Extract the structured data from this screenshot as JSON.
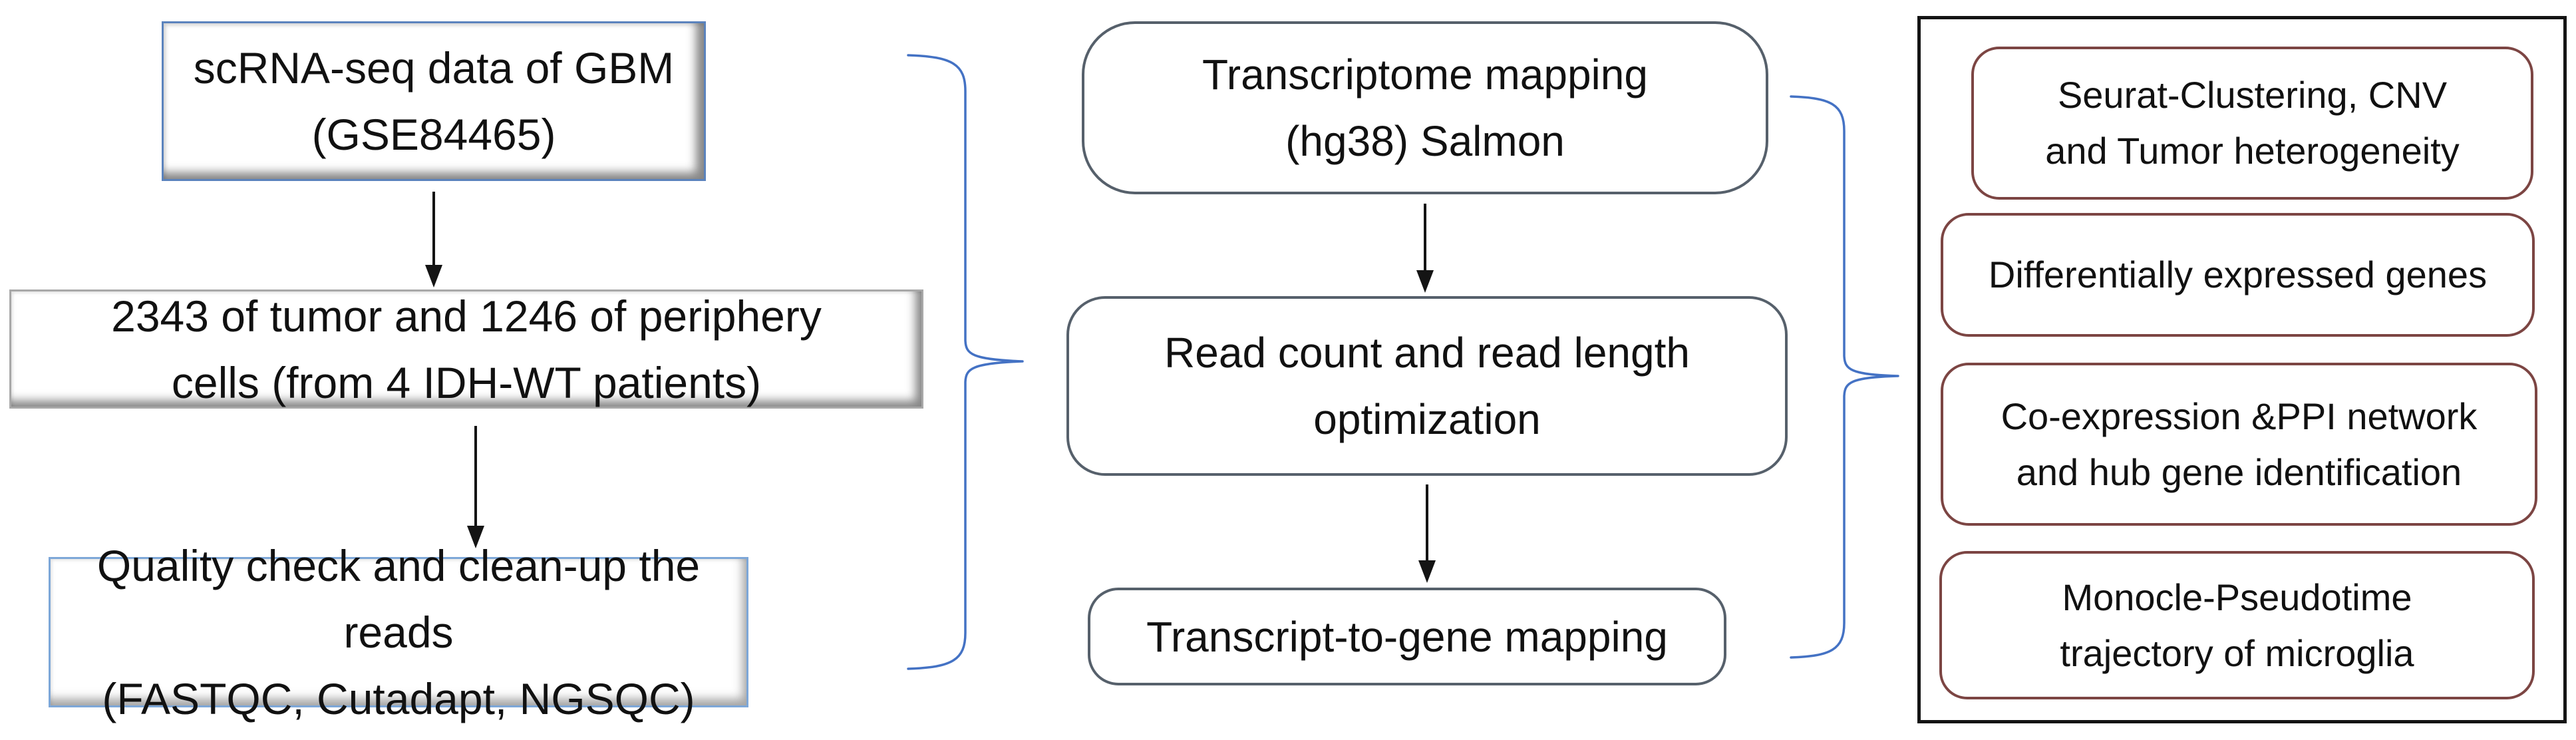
{
  "diagram": {
    "title": "scRNA-seq GBM analysis workflow",
    "left_column": {
      "boxes": [
        {
          "name": "input-data",
          "text": "scRNA-seq data of GBM\n(GSE84465)"
        },
        {
          "name": "cell-counts",
          "text": "2343 of tumor and 1246 of periphery\ncells (from 4 IDH-WT patients)"
        },
        {
          "name": "quality-check",
          "text": "Quality check and clean-up the reads\n(FASTQC, Cutadapt, NGSQC)"
        }
      ]
    },
    "middle_column": {
      "boxes": [
        {
          "name": "transcriptome-mapping",
          "text": "Transcriptome mapping\n(hg38) Salmon"
        },
        {
          "name": "read-optimization",
          "text": "Read count and read length\noptimization"
        },
        {
          "name": "transcript-to-gene",
          "text": "Transcript-to-gene mapping"
        }
      ]
    },
    "right_column": {
      "boxes": [
        {
          "name": "seurat-clustering",
          "text": "Seurat-Clustering, CNV\nand Tumor heterogeneity"
        },
        {
          "name": "deg",
          "text": "Differentially expressed genes"
        },
        {
          "name": "coexpression-ppi",
          "text": "Co-expression &PPI network\nand hub gene identification"
        },
        {
          "name": "monocle-pseudotime",
          "text": "Monocle-Pseudotime\ntrajectory of microglia"
        }
      ]
    }
  },
  "colors": {
    "brace_blue": "#4472c4",
    "arrow": "#141414",
    "middle_border": "#56606b",
    "right_box_border": "#7c4543",
    "container_border": "#141414",
    "left_blue_border": "#5b83bd",
    "left_light_blue_border": "#7da7d8",
    "left_gray_border": "#a8a8a8",
    "text": "#111111",
    "background": "#ffffff"
  }
}
